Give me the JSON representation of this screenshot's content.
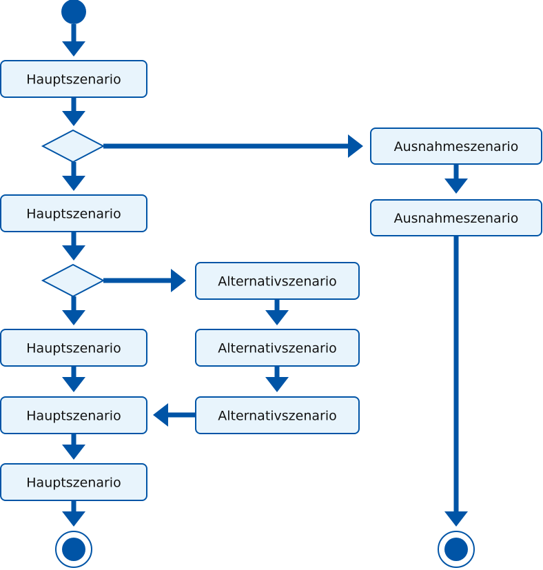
{
  "diagram": {
    "type": "activity-diagram",
    "colors": {
      "stroke": "#0054A6",
      "fill": "#E8F4FC",
      "text": "#111111",
      "background": "#FFFFFF"
    },
    "nodes": [
      {
        "id": "start",
        "kind": "initial"
      },
      {
        "id": "h1",
        "kind": "action",
        "label": "Hauptszenario"
      },
      {
        "id": "d1",
        "kind": "decision"
      },
      {
        "id": "a1",
        "kind": "action",
        "label": "Ausnahmeszenario"
      },
      {
        "id": "a2",
        "kind": "action",
        "label": "Ausnahmeszenario"
      },
      {
        "id": "h2",
        "kind": "action",
        "label": "Hauptszenario"
      },
      {
        "id": "d2",
        "kind": "decision"
      },
      {
        "id": "alt1",
        "kind": "action",
        "label": "Alternativszenario"
      },
      {
        "id": "alt2",
        "kind": "action",
        "label": "Alternativszenario"
      },
      {
        "id": "alt3",
        "kind": "action",
        "label": "Alternativszenario"
      },
      {
        "id": "h3",
        "kind": "action",
        "label": "Hauptszenario"
      },
      {
        "id": "h4",
        "kind": "action",
        "label": "Hauptszenario"
      },
      {
        "id": "h5",
        "kind": "action",
        "label": "Hauptszenario"
      },
      {
        "id": "end1",
        "kind": "final"
      },
      {
        "id": "end2",
        "kind": "final"
      }
    ],
    "edges": [
      {
        "from": "start",
        "to": "h1"
      },
      {
        "from": "h1",
        "to": "d1"
      },
      {
        "from": "d1",
        "to": "a1"
      },
      {
        "from": "d1",
        "to": "h2"
      },
      {
        "from": "a1",
        "to": "a2"
      },
      {
        "from": "a2",
        "to": "end2"
      },
      {
        "from": "h2",
        "to": "d2"
      },
      {
        "from": "d2",
        "to": "alt1"
      },
      {
        "from": "d2",
        "to": "h3"
      },
      {
        "from": "alt1",
        "to": "alt2"
      },
      {
        "from": "alt2",
        "to": "alt3"
      },
      {
        "from": "alt3",
        "to": "h4"
      },
      {
        "from": "h3",
        "to": "h4"
      },
      {
        "from": "h4",
        "to": "h5"
      },
      {
        "from": "h5",
        "to": "end1"
      }
    ]
  }
}
